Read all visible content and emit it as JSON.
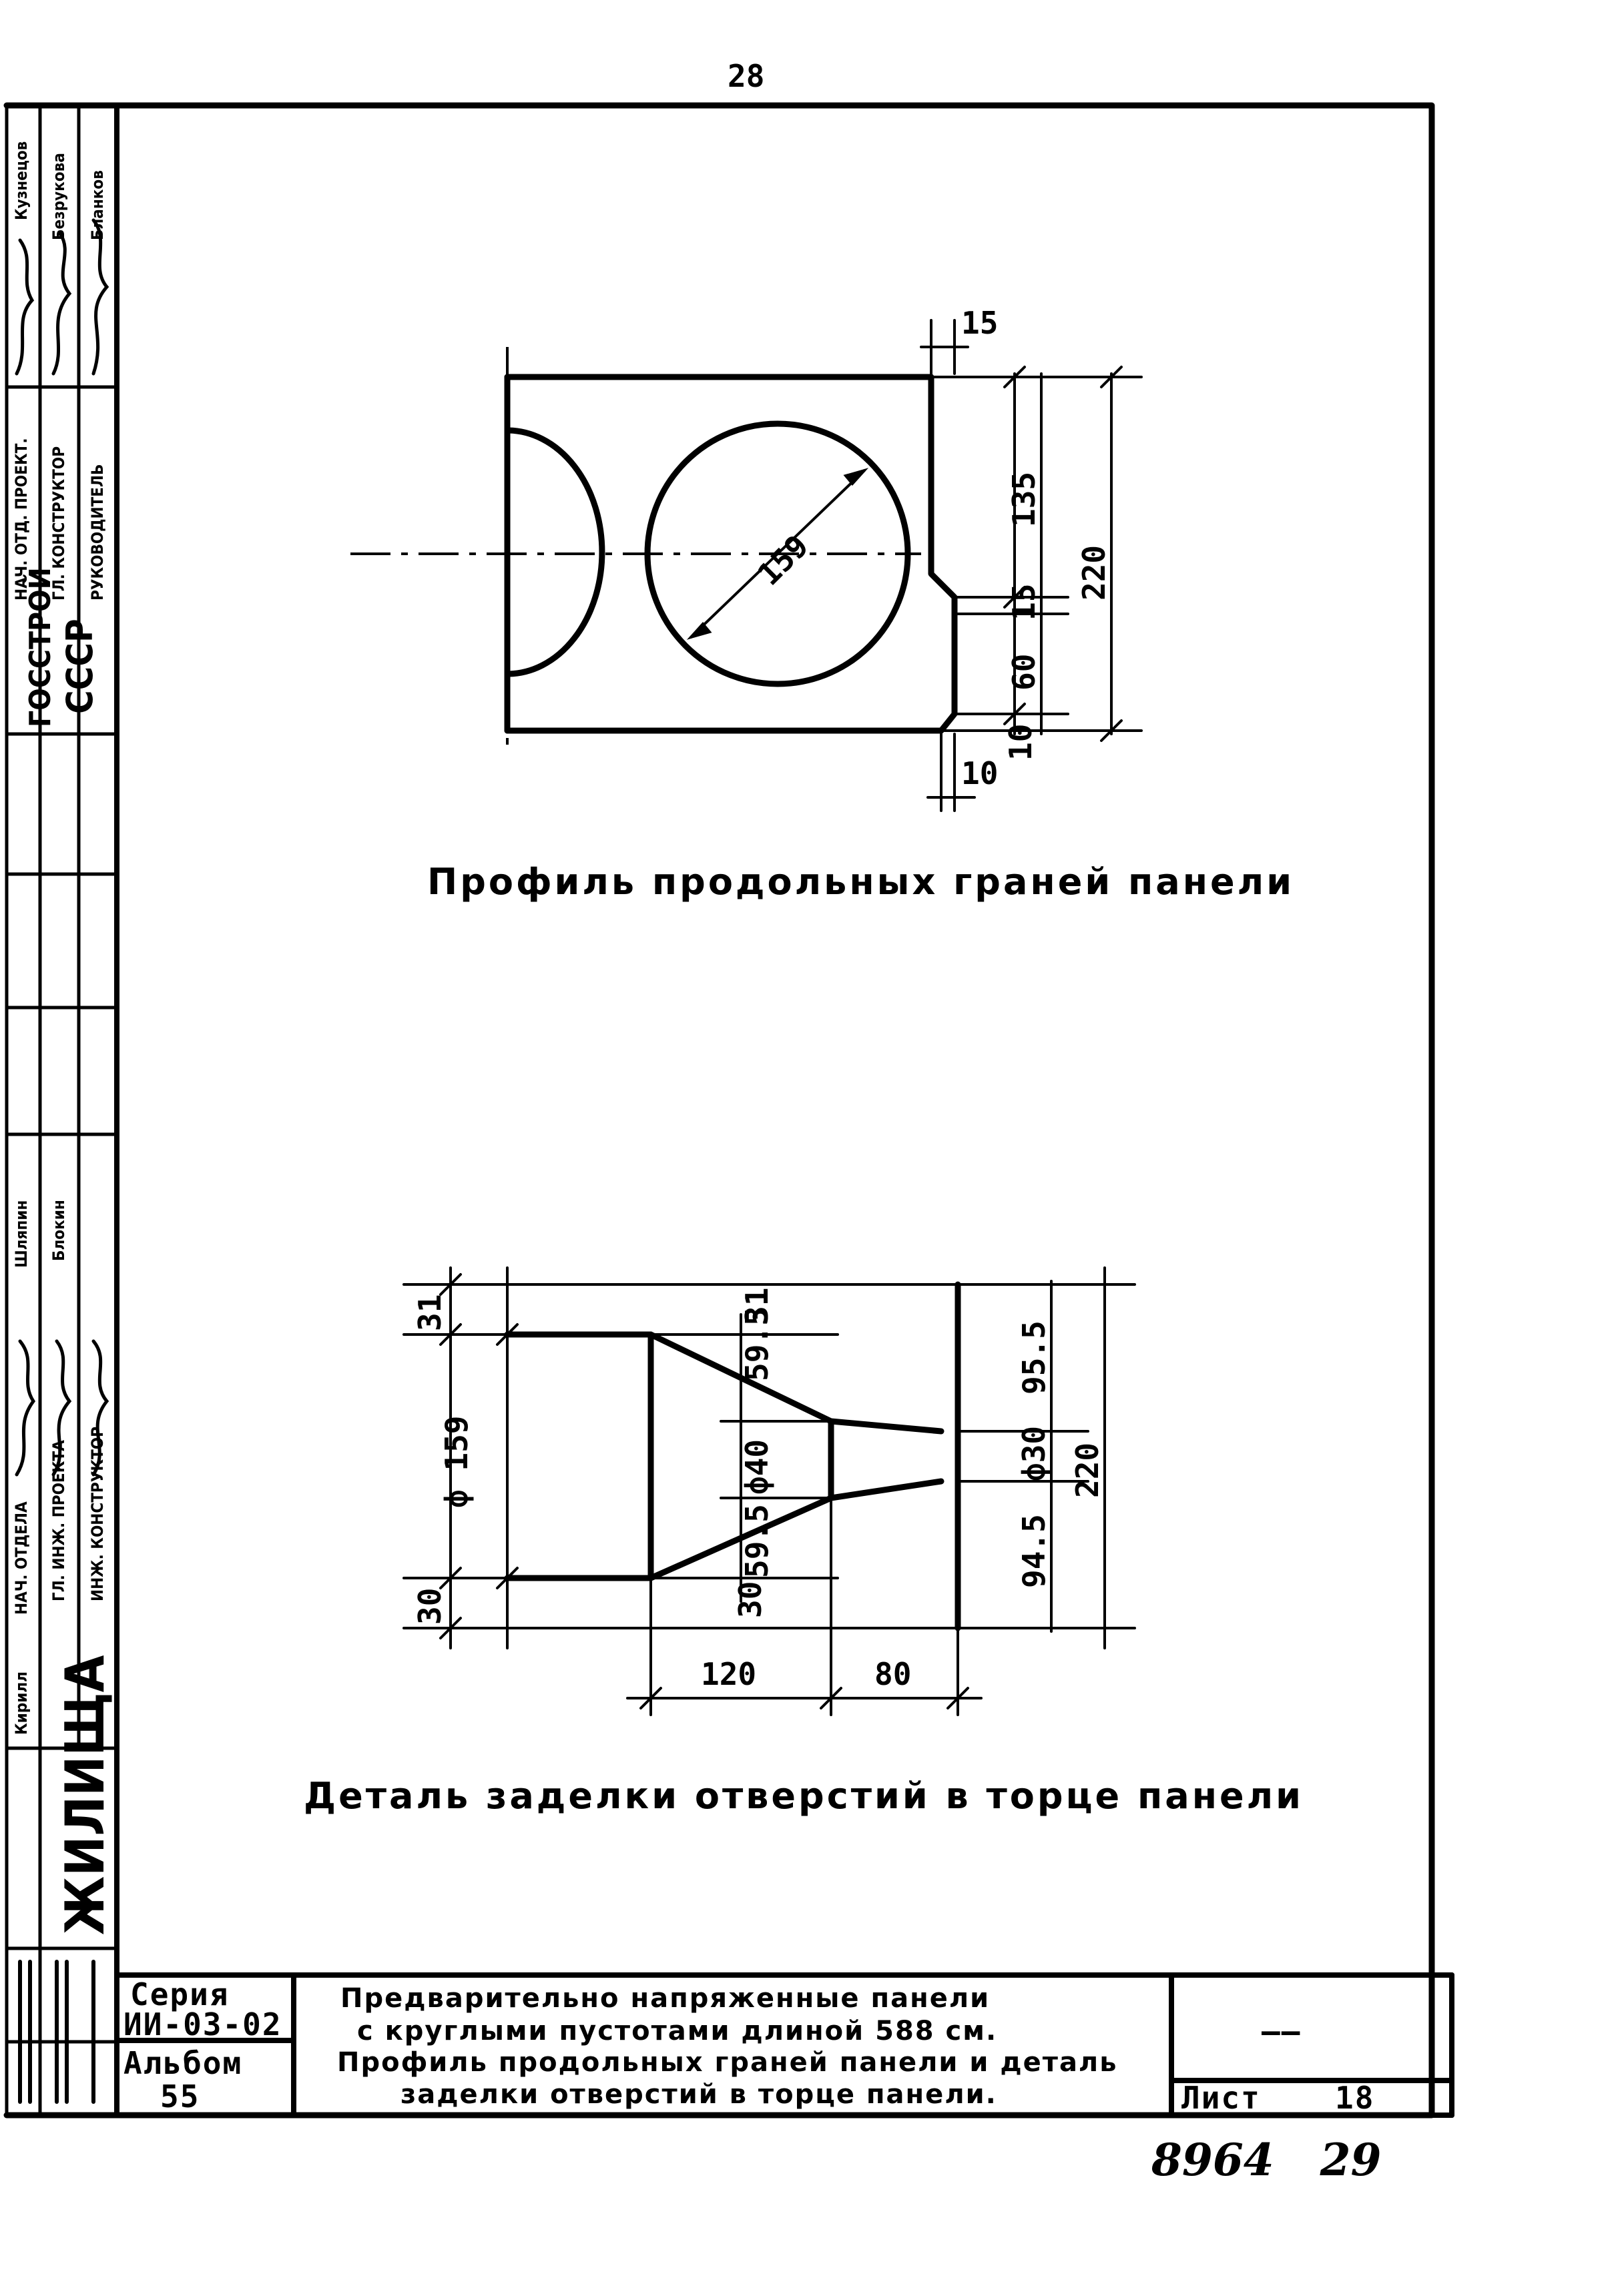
{
  "page_number": "28",
  "stamp": {
    "org": "ЖИЛИЩА",
    "gosstroy": "ГОССТРОЙ",
    "ussr": "СССР",
    "upper_roles": [
      "НАЧ. ОТД. ПРОЕКТ.",
      "ГЛ. КОНСТРУКТОР",
      "РУКОВОДИТЕЛЬ"
    ],
    "upper_names": [
      "Кузнецов",
      "Безрукова",
      "Бланков"
    ],
    "lower_roles": [
      "НАЧ. ОТДЕЛА",
      "ГЛ. ИНЖ. ПРОЕКТА",
      "ИНЖ. КОНСТРУКТОР"
    ],
    "lower_names": [
      "Кирилл",
      "Шляпин",
      "Блокин"
    ]
  },
  "drawing1": {
    "caption": "Профиль продольных граней панели",
    "dims": {
      "diameter": "159",
      "d15_top": "15",
      "d135": "135",
      "d15_mid": "15",
      "d60": "60",
      "d10_right": "10",
      "d220": "220",
      "d10_bottom": "10"
    }
  },
  "drawing2": {
    "caption": "Деталь заделки отверстий в торце панели",
    "dims": {
      "d31": "31",
      "d159": "ф 159",
      "d30_left": "30",
      "d59_5_top": "59.5",
      "d31_top": "31",
      "d40": "ф40",
      "d30_mid": "30",
      "d59_5_bottom": "59.5",
      "d95_5": "95.5",
      "d30_right": "ф30",
      "d94_5": "94.5",
      "d220": "220",
      "d120": "120",
      "d80": "80"
    }
  },
  "title_block": {
    "series_label": "Серия",
    "series_value": "ИИ-03-02",
    "album_label": "Альбом",
    "album_value": "55",
    "title_lines": [
      "Предварительно напряженные панели",
      "с круглыми пустотами длиной 588 см.",
      "Профиль продольных граней панели и деталь",
      "заделки отверстий в торце панели."
    ],
    "dash": "——",
    "sheet_label": "Лист",
    "sheet_number": "18"
  },
  "handwritten_number": "8964   29"
}
